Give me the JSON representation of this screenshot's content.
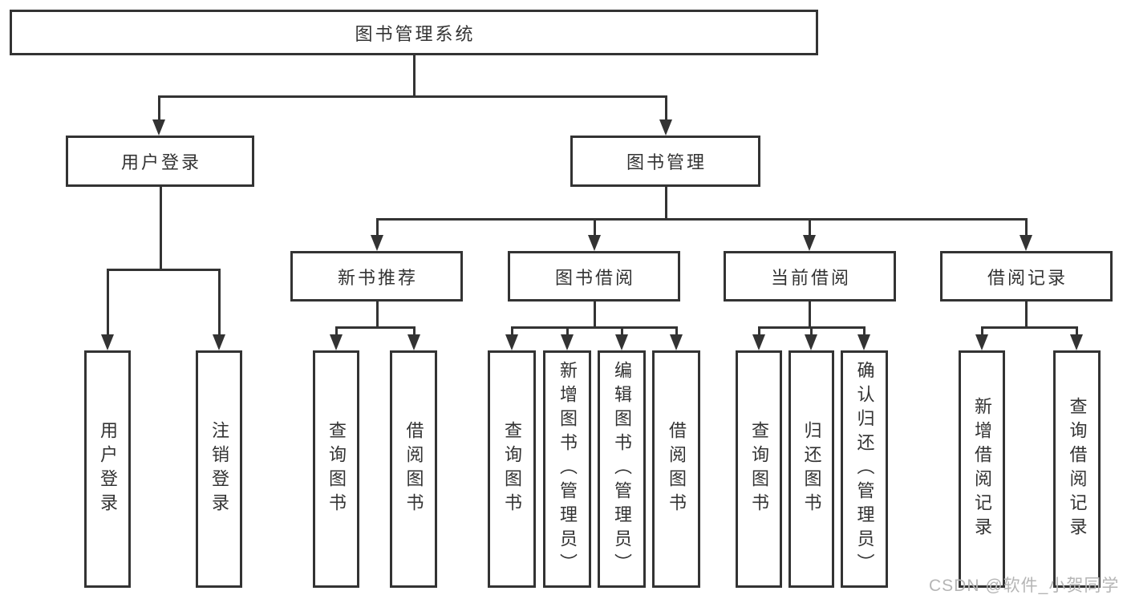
{
  "nodes": {
    "root": "图书管理系统",
    "user_login": "用户登录",
    "book_mgmt": "图书管理",
    "new_book": "新书推荐",
    "book_borrow": "图书借阅",
    "current_borrow": "当前借阅",
    "borrow_record": "借阅记录"
  },
  "leaves": {
    "login": [
      "用户登录",
      "注销登录"
    ],
    "new_book": [
      "查询图书",
      "借阅图书"
    ],
    "book_borrow": [
      "查询图书",
      "新增图书（管理员）",
      "编辑图书（管理员）",
      "借阅图书"
    ],
    "current_borrow": [
      "查询图书",
      "归还图书",
      "确认归还（管理员）"
    ],
    "borrow_record": [
      "新增借阅记录",
      "查询借阅记录"
    ]
  },
  "watermark": "CSDN @软件_小贺同学",
  "colors": {
    "line": "#333333",
    "text": "#333333",
    "watermark": "#b5b5b5",
    "background": "#ffffff"
  }
}
